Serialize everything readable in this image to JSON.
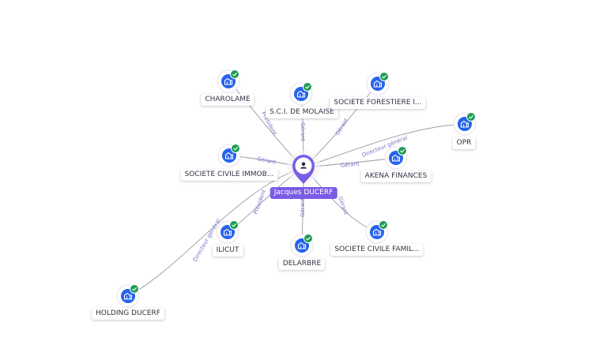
{
  "center": {
    "name": "Jacques DUCERF",
    "icon": "person-icon",
    "color": "#7b5ce6"
  },
  "colors": {
    "company_icon": "#2563eb",
    "check_badge": "#1f9d55",
    "edge": "#9a9aa6",
    "edge_label": "#7b74c9"
  },
  "companies": [
    {
      "id": "charolame",
      "name": "CHAROLAME",
      "role": "Président",
      "icon": "building-icon"
    },
    {
      "id": "sci-de-molaise",
      "name": "S.C.I. DE MOLAISE",
      "role": "Gérant",
      "icon": "building-icon"
    },
    {
      "id": "societe-forestiere",
      "name": "SOCIETE FORESTIERE I...",
      "role": "Gérant",
      "icon": "building-icon"
    },
    {
      "id": "opr",
      "name": "OPR",
      "role": "Directeur général",
      "icon": "building-icon"
    },
    {
      "id": "akena-finances",
      "name": "AKENA FINANCES",
      "role": "Gérant",
      "icon": "building-icon"
    },
    {
      "id": "societe-civile-immob",
      "name": "SOCIETE CIVILE IMMOB...",
      "role": "Gérant",
      "icon": "building-icon"
    },
    {
      "id": "ilicut",
      "name": "ILICUT",
      "role": "Président",
      "icon": "building-icon"
    },
    {
      "id": "delarbre",
      "name": "DELARBRE",
      "role": "Gérant",
      "icon": "building-icon"
    },
    {
      "id": "societe-civile-famil",
      "name": "SOCIETE CIVILE FAMIL...",
      "role": "Gérant",
      "icon": "building-icon"
    },
    {
      "id": "holding-ducerf",
      "name": "HOLDING DUCERF",
      "role": "Directeur général",
      "icon": "building-icon"
    }
  ]
}
